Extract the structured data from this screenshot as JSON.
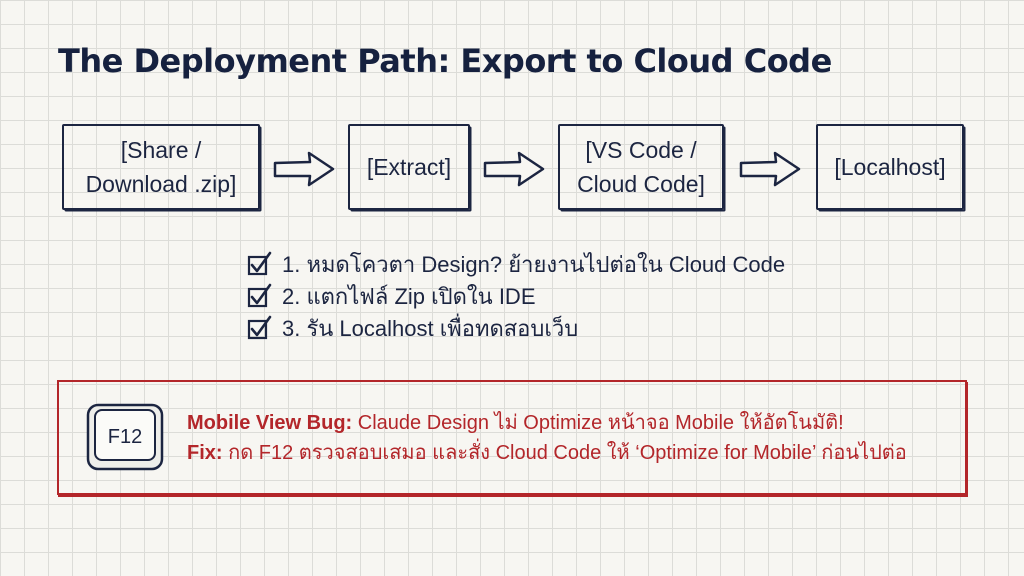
{
  "title": "The Deployment Path: Export to Cloud Code",
  "flow": {
    "steps": [
      "[Share /\nDownload .zip]",
      "[Extract]",
      "[VS Code /\nCloud Code]",
      "[Localhost]"
    ]
  },
  "checklist": [
    "1. หมดโควตา Design? ย้ายงานไปต่อใน Cloud Code",
    "2. แตกไฟล์ Zip เปิดใน IDE",
    "3. รัน Localhost เพื่อทดสอบเว็บ"
  ],
  "callout": {
    "key_label": "F12",
    "bug_label": "Mobile View Bug:",
    "bug_text": " Claude Design ไม่ Optimize หน้าจอ Mobile ให้อัตโนมัติ!",
    "fix_label": "Fix:",
    "fix_text": " กด F12 ตรวจสอบเสมอ และสั่ง Cloud Code ให้ ‘Optimize for Mobile’ ก่อนไปต่อ",
    "color": "#b3262a"
  },
  "colors": {
    "ink": "#1c2541",
    "accent": "#b3262a"
  }
}
